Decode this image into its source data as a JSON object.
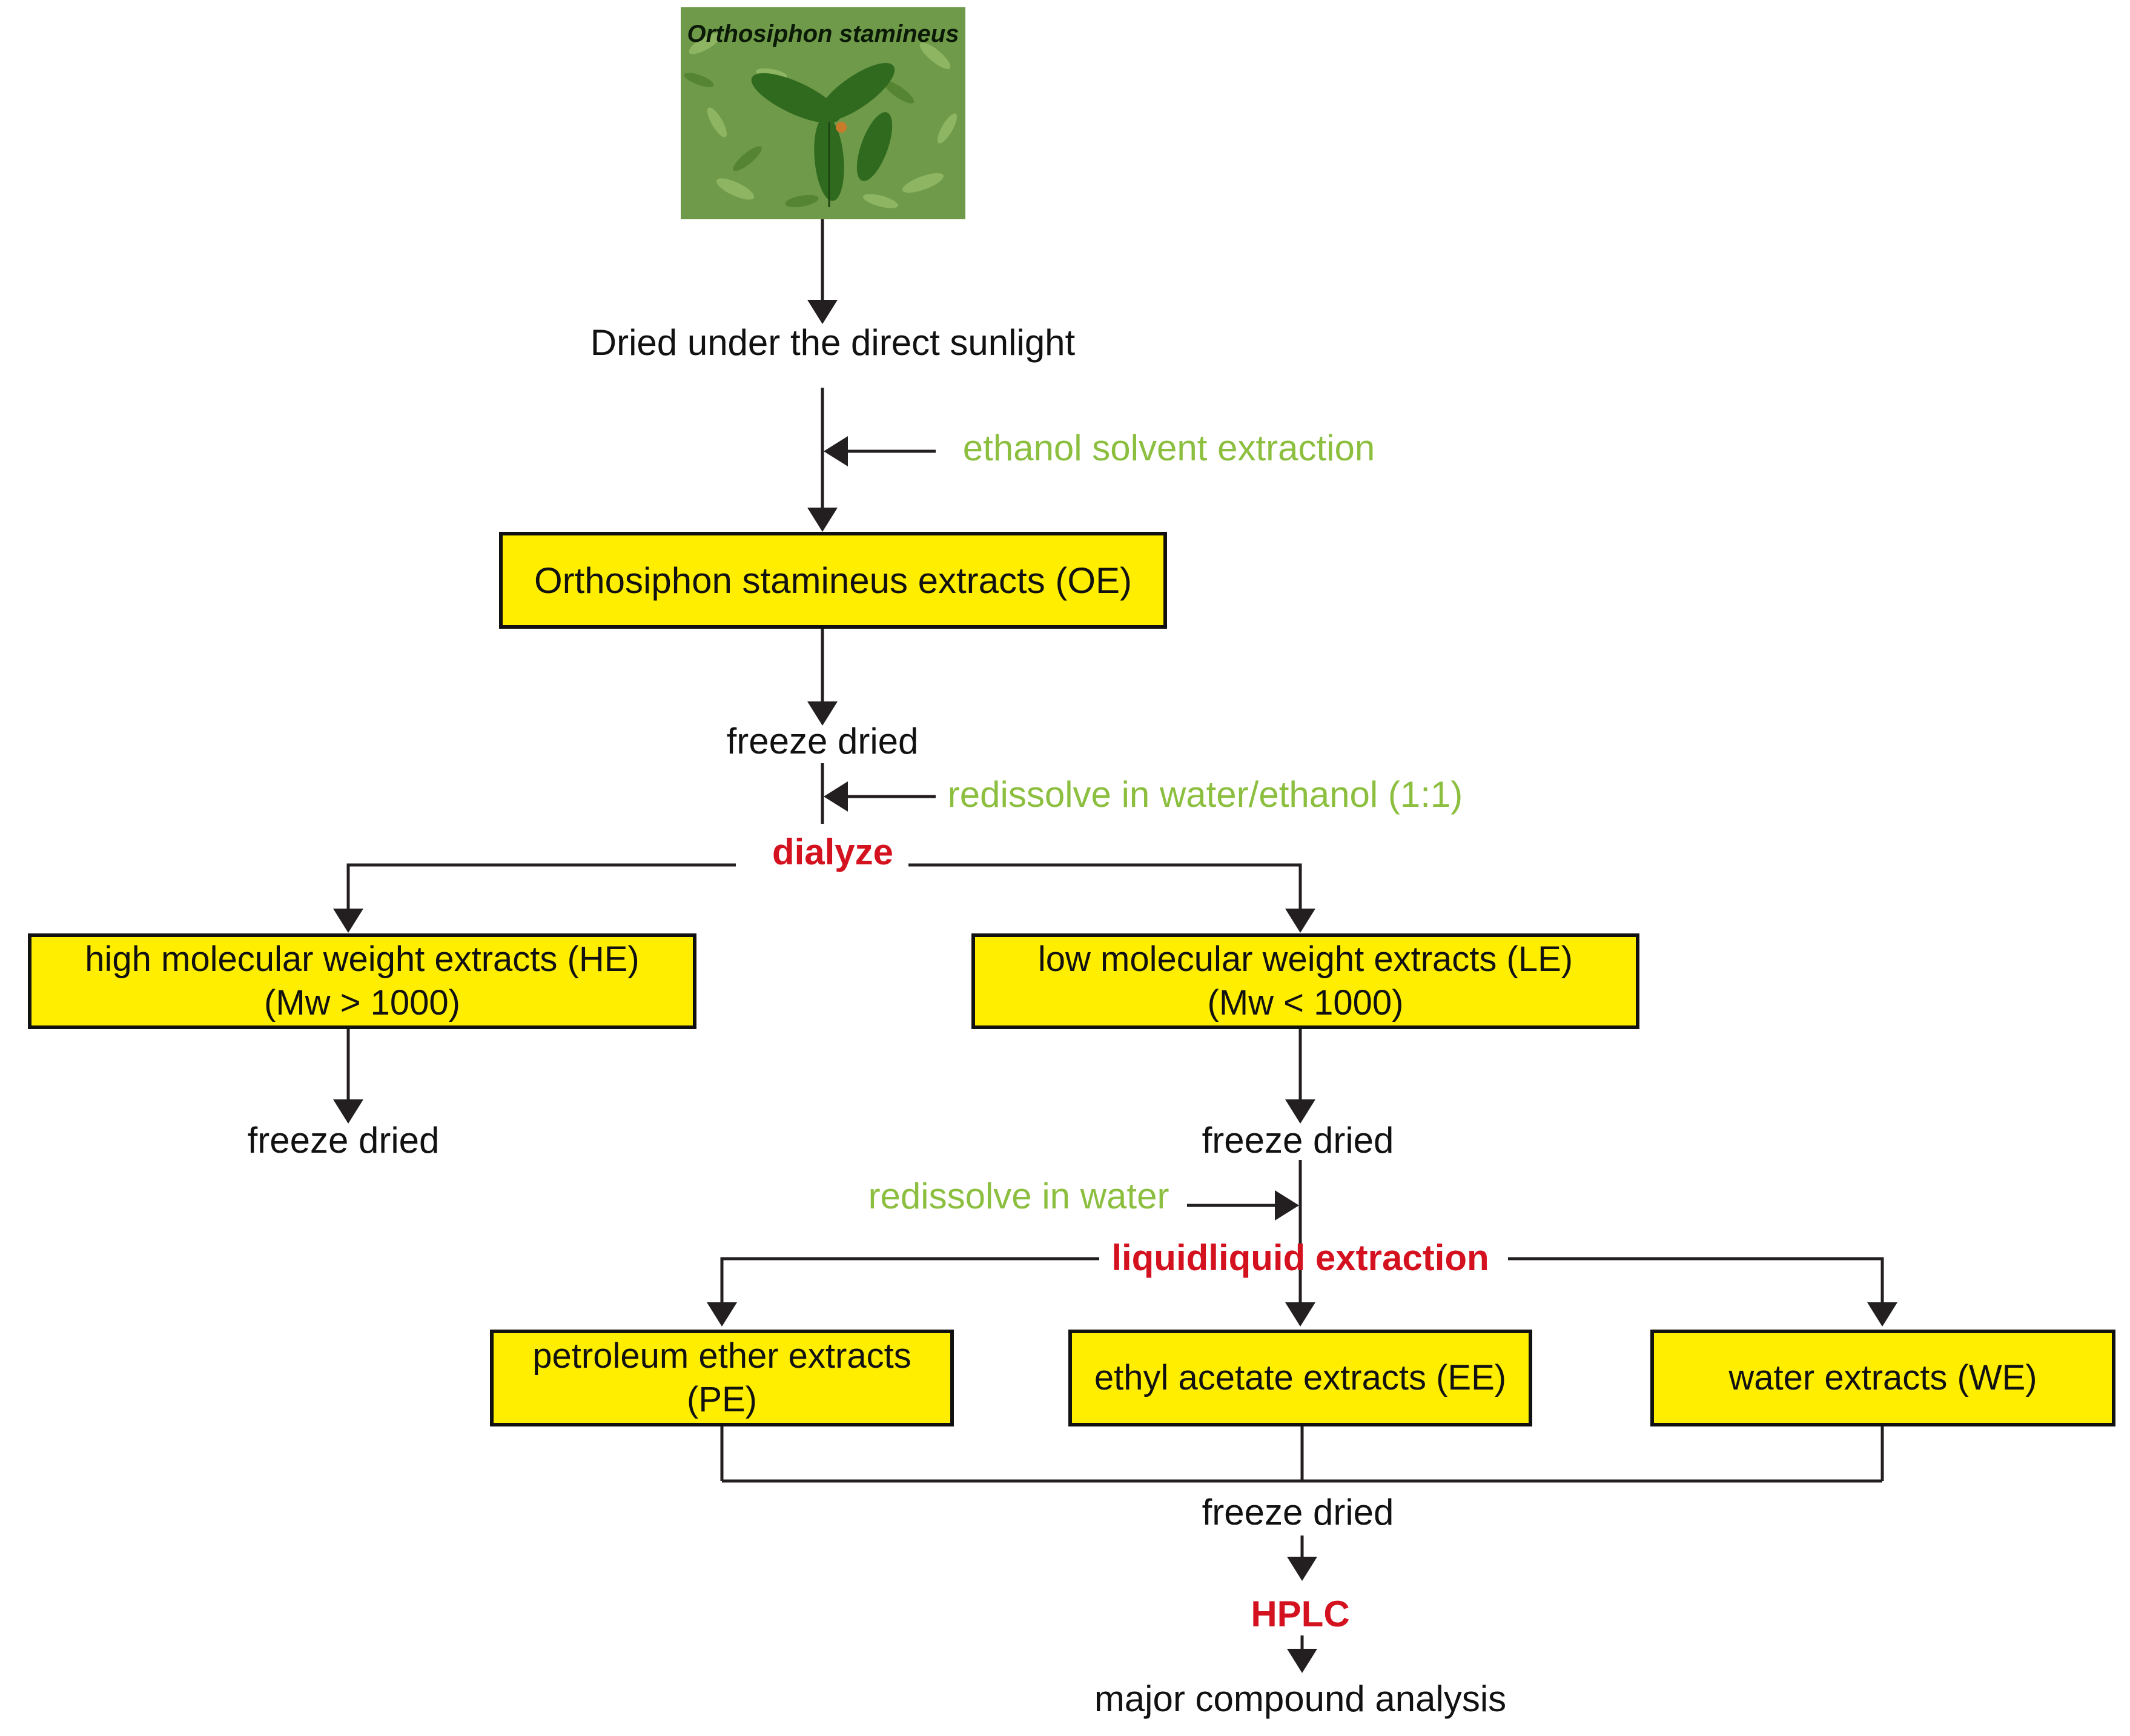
{
  "photo": {
    "species_label": "Orthosiphon stamineus"
  },
  "steps": {
    "dried_sunlight": "Dried under the direct sunlight",
    "ethanol_extraction": "ethanol solvent extraction",
    "oe_box": "Orthosiphon stamineus extracts (OE)",
    "freeze_dried_1": "freeze dried",
    "redissolve_water_ethanol": "redissolve in water/ethanol (1:1)",
    "dialyze": "dialyze",
    "he_box_line1": "high molecular weight extracts (HE)",
    "he_box_line2": "(Mw > 1000)",
    "le_box_line1": "low molecular weight extracts (LE)",
    "le_box_line2": "(Mw < 1000)",
    "freeze_dried_he": "freeze dried",
    "freeze_dried_le": "freeze dried",
    "redissolve_water": "redissolve in water",
    "liquid_extraction": "liquidliquid extraction",
    "pe_box": "petroleum ether extracts (PE)",
    "ee_box": "ethyl acetate extracts (EE)",
    "we_box": "water extracts (WE)",
    "freeze_dried_final": "freeze dried",
    "hplc": "HPLC",
    "analysis": "major compound analysis"
  },
  "colors": {
    "box_fill": "#ffee00",
    "process_text": "#8cbf3f",
    "method_text": "#d4111f",
    "line": "#231f20"
  }
}
